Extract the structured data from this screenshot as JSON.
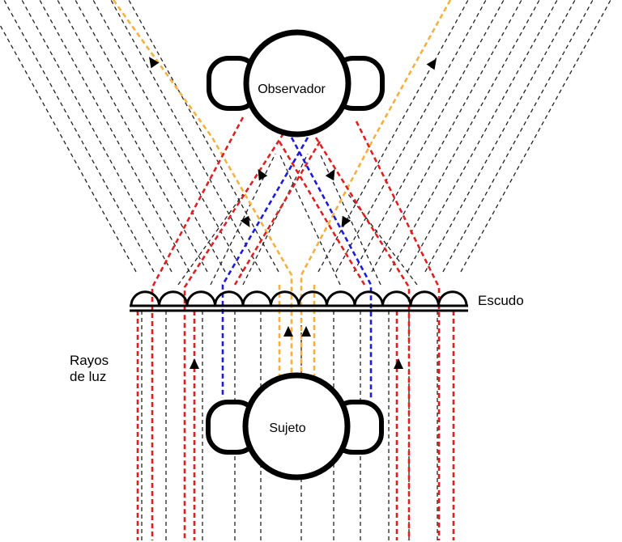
{
  "labels": {
    "observer": "Observador",
    "subject": "Sujeto",
    "shield": "Escudo",
    "rays_line1": "Rayos",
    "rays_line2": "de luz"
  },
  "colors": {
    "background": "#ffffff",
    "outline": "#000000",
    "ray_black": "#222222",
    "ray_red": "#e02020",
    "ray_blue": "#1a1ae0",
    "ray_orange": "#f5b041"
  },
  "icons": {
    "observer": "head-top-view-icon",
    "subject": "head-top-view-icon",
    "shield": "lenticular-lens-array",
    "arrow": "arrowhead-icon"
  }
}
